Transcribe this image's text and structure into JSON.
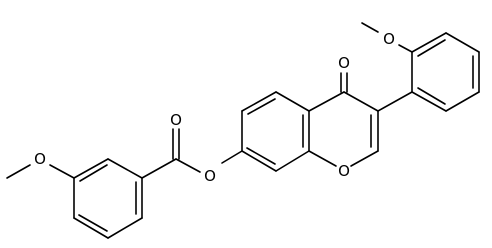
{
  "diagram": {
    "type": "chemical-structure",
    "atom_labels": {
      "ketone_o": "O",
      "ring_o": "O",
      "ester_o": "O",
      "carbonyl_o": "O",
      "methoxy_o_left": "O",
      "methoxy_o_top": "O"
    },
    "colors": {
      "bond": "#000000",
      "text": "#000000",
      "background": "#ffffff"
    }
  }
}
